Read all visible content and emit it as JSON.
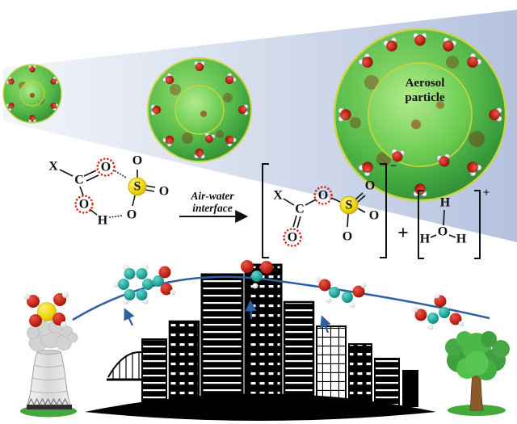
{
  "figure": {
    "aerosol_label": {
      "line1": "Aerosol",
      "line2": "particle"
    },
    "arrow_label": {
      "line1": "Air-water",
      "line2": "interface"
    },
    "plus_operator": "+",
    "anion_charge": "−",
    "cation_charge": "+"
  },
  "atoms": {
    "X": "X",
    "C": "C",
    "O": "O",
    "H": "H",
    "S": "S"
  },
  "colors": {
    "beam_blue": "#aab9da",
    "particle_green": "#4db83e",
    "particle_rim": "#c9d63c",
    "oxygen_red": "#b01810",
    "sulfur_yellow": "#efd60a",
    "carbon_teal": "#1f9e94",
    "hydrogen_white": "#f2f2f2",
    "trajectory_blue": "#2e5fa3",
    "bond_black": "#111111"
  }
}
